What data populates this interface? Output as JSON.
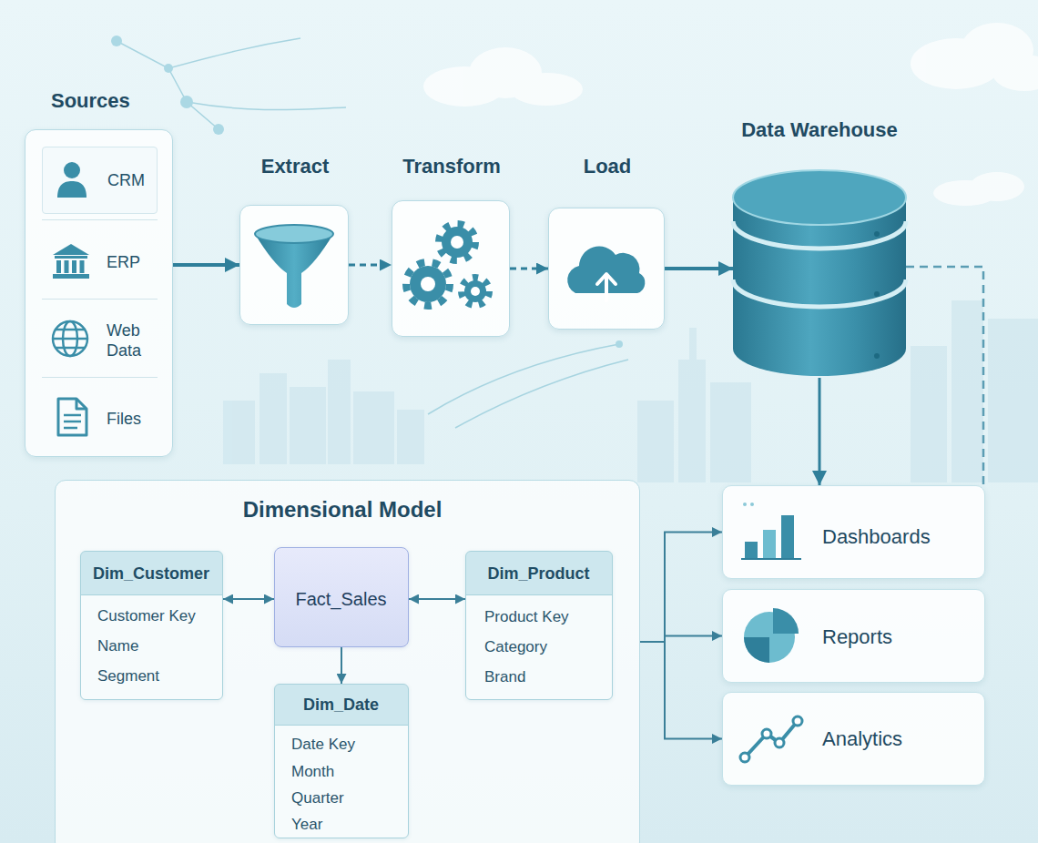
{
  "diagram": {
    "nodes": [
      {
        "text": [
          "Sources"
        ]
      },
      {
        "text": [
          "CRM"
        ],
        "in": 0
      },
      {
        "text": [
          "ERP"
        ],
        "in": 0
      },
      {
        "text": [
          "Web Data"
        ],
        "in": 0
      },
      {
        "text": [
          "Files"
        ],
        "in": 0
      },
      {
        "text": [
          "Extract"
        ]
      },
      {
        "text": [
          "Transform"
        ]
      },
      {
        "text": [
          "Load"
        ]
      },
      {
        "text": [
          "Data Warehouse"
        ]
      },
      {
        "text": [
          "Dimensional Model"
        ]
      },
      {
        "text": [
          "Dim_Customer",
          "Customer Key",
          "Name",
          "Segment"
        ],
        "in": 9
      },
      {
        "text": [
          "Fact_Sales"
        ],
        "in": 9
      },
      {
        "text": [
          "Dim_Product",
          "Product Key",
          "Category",
          "Brand"
        ],
        "in": 9
      },
      {
        "text": [
          "Dim_Date",
          "Date Key",
          "Month",
          "Quarter",
          "Year"
        ],
        "in": 9
      },
      {
        "text": [
          "Dashboards"
        ]
      },
      {
        "text": [
          "Reports"
        ]
      },
      {
        "text": [
          "Analytics"
        ]
      }
    ],
    "edges": [
      {
        "from": 0,
        "to": 5,
        "arrow": "to"
      },
      {
        "from": 5,
        "to": 6,
        "arrow": "to"
      },
      {
        "from": 6,
        "to": 7,
        "arrow": "to"
      },
      {
        "from": 7,
        "to": 8,
        "arrow": "to"
      },
      {
        "from": 8,
        "to": 14,
        "arrow": "to"
      },
      {
        "from": 10,
        "to": 11,
        "arrow": "both"
      },
      {
        "from": 11,
        "to": 12,
        "arrow": "both"
      },
      {
        "from": 11,
        "to": 13,
        "arrow": "to"
      },
      {
        "from": 9,
        "to": 14,
        "arrow": "to"
      },
      {
        "from": 9,
        "to": 15,
        "arrow": "to"
      },
      {
        "from": 9,
        "to": 16,
        "arrow": "to"
      }
    ]
  }
}
